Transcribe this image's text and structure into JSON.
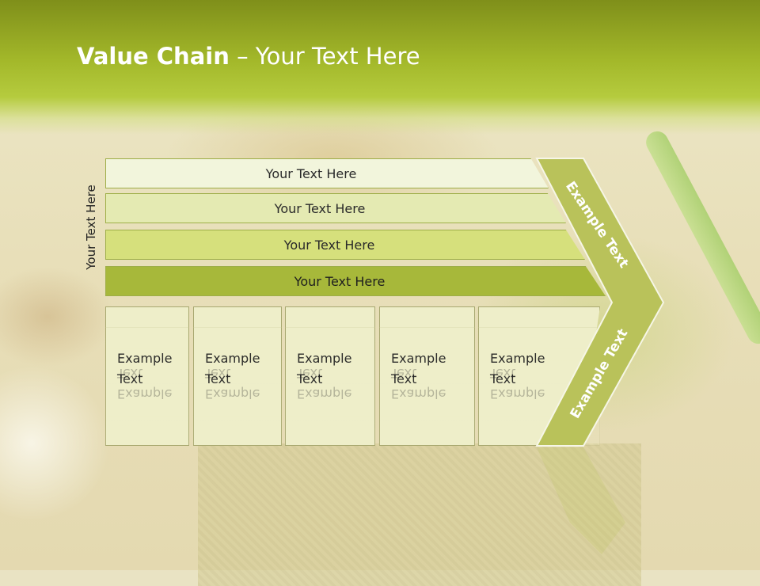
{
  "title": {
    "bold": "Value Chain",
    "rest": " – Your Text Here"
  },
  "side_label": "Your Text Here",
  "bands": [
    {
      "label": "Your Text Here"
    },
    {
      "label": "Your Text Here"
    },
    {
      "label": "Your Text Here"
    },
    {
      "label": "Your Text Here"
    }
  ],
  "boxes": [
    {
      "label": "Example\nText"
    },
    {
      "label": "Example\nText"
    },
    {
      "label": "Example\nText"
    },
    {
      "label": "Example\nText"
    },
    {
      "label": "Example\nText"
    }
  ],
  "arrow": {
    "top_label": "Example Text",
    "bottom_label": "Example Text"
  },
  "colors": {
    "header": "#a3b82a",
    "band_light": "#f2f5dc",
    "band_dark": "#a7b83a",
    "box_fill": "#eeeec9",
    "arrow_fill": "#b9c25a"
  }
}
